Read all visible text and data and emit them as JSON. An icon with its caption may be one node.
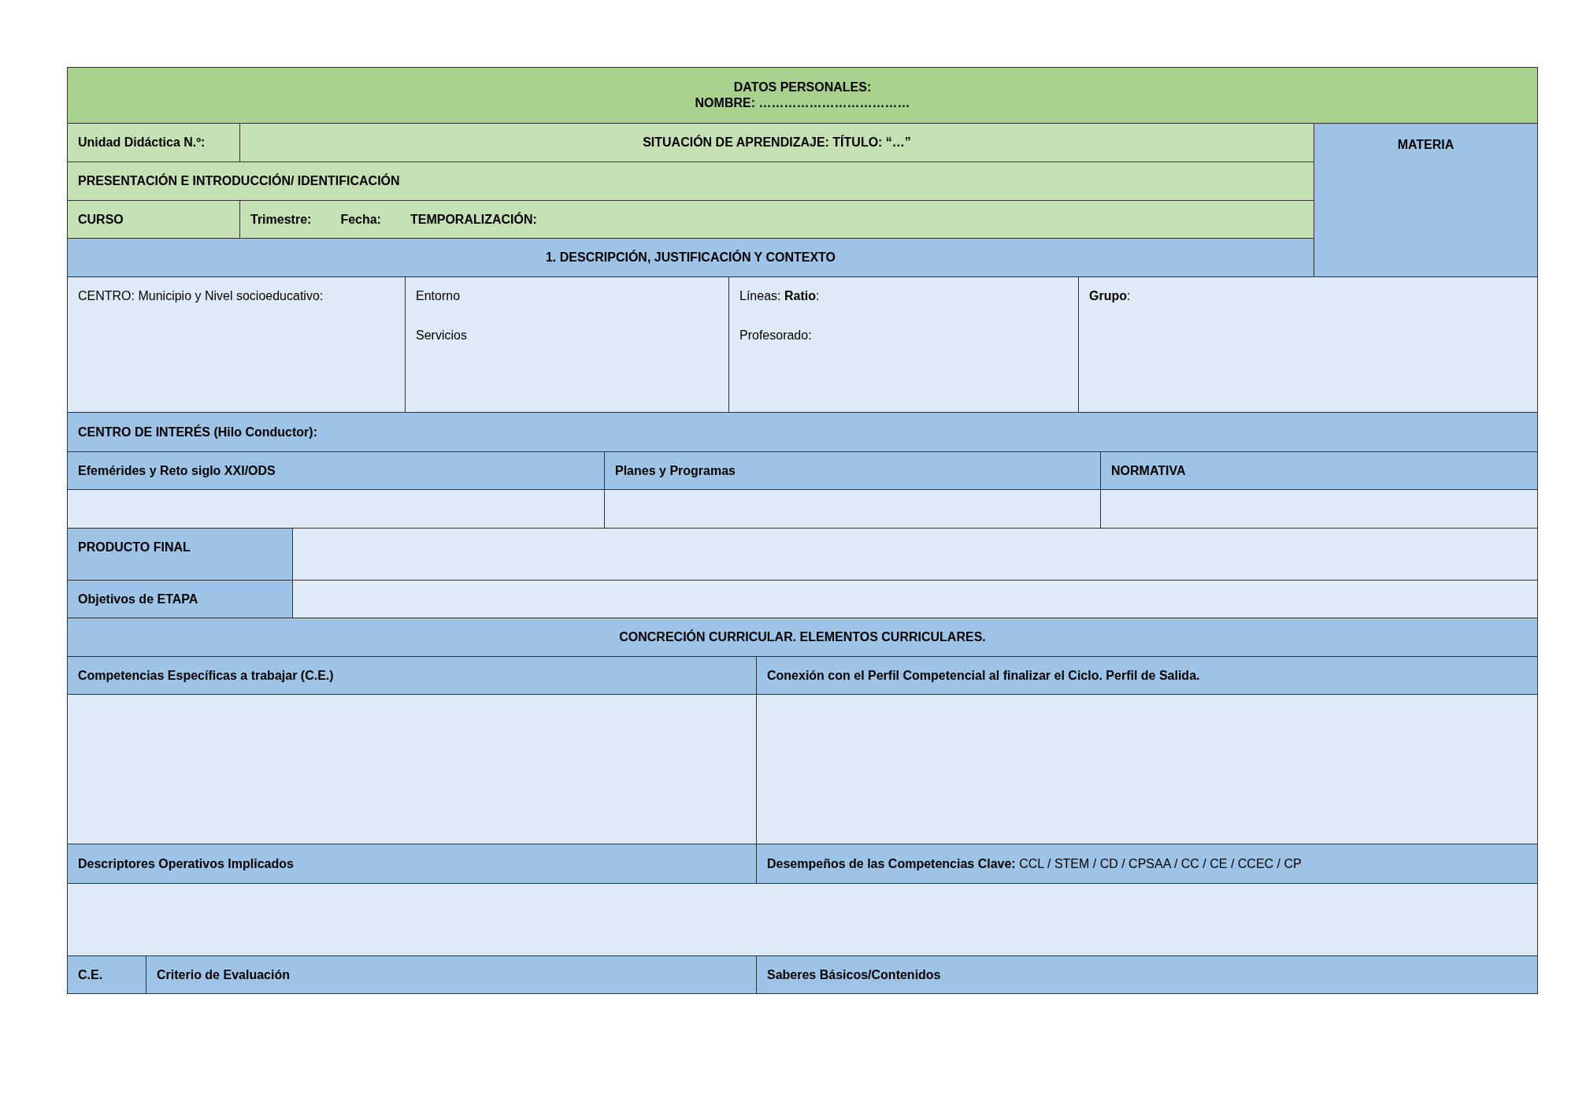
{
  "diagram": {
    "nodes": [
      {
        "text": [],
        "shape": "box"
      },
      {
        "text": [],
        "shape": "box"
      },
      {
        "text": [],
        "shape": "box"
      },
      {
        "text": [],
        "shape": "box"
      },
      {
        "text": [],
        "shape": "box"
      },
      {
        "text": [],
        "shape": "box"
      },
      {
        "text": [],
        "shape": "box"
      },
      {
        "text": [],
        "shape": "box"
      }
    ],
    "labels": [
      "DATOS PERSONALES:",
      "NOMBRE: ………………………………",
      "Unidad Didáctica N.º:",
      "SITUACIÓN DE APRENDIZAJE: TÍTULO: “…”",
      "MATERIA",
      "PRESENTACIÓN E INTRODUCCIÓN/ IDENTIFICACIÓN",
      "CURSO",
      "Trimestre:",
      "Fecha:",
      "TEMPORALIZACIÓN:",
      "1. DESCRIPCIÓN, JUSTIFICACIÓN Y CONTEXTO",
      "CENTRO: Municipio y Nivel socioeducativo:",
      "Entorno",
      "Servicios",
      "Líneas: **Ratio**:",
      "Profesorado:",
      "**Grupo**:",
      "CENTRO DE INTERÉS (Hilo Conductor):",
      "Efemérides y Reto siglo XXI/ODS",
      "Planes y Programas",
      "NORMATIVA",
      "PRODUCTO FINAL",
      "Objetivos de ETAPA",
      "CONCRECIÓN CURRICULAR. ELEMENTOS CURRICULARES.",
      "Competencias Específicas a trabajar (C.E.)",
      "Conexión con el Perfil Competencial al finalizar el Ciclo. Perfil de Salida.",
      "Descriptores Operativos Implicados",
      "**Desempeños de las Competencias Clave:** CCL / STEM / CD / CPSAA / CC / CE / CCEC / CP",
      "C.E.",
      "Criterio de Evaluación",
      "Saberes Básicos/Contenidos"
    ]
  }
}
